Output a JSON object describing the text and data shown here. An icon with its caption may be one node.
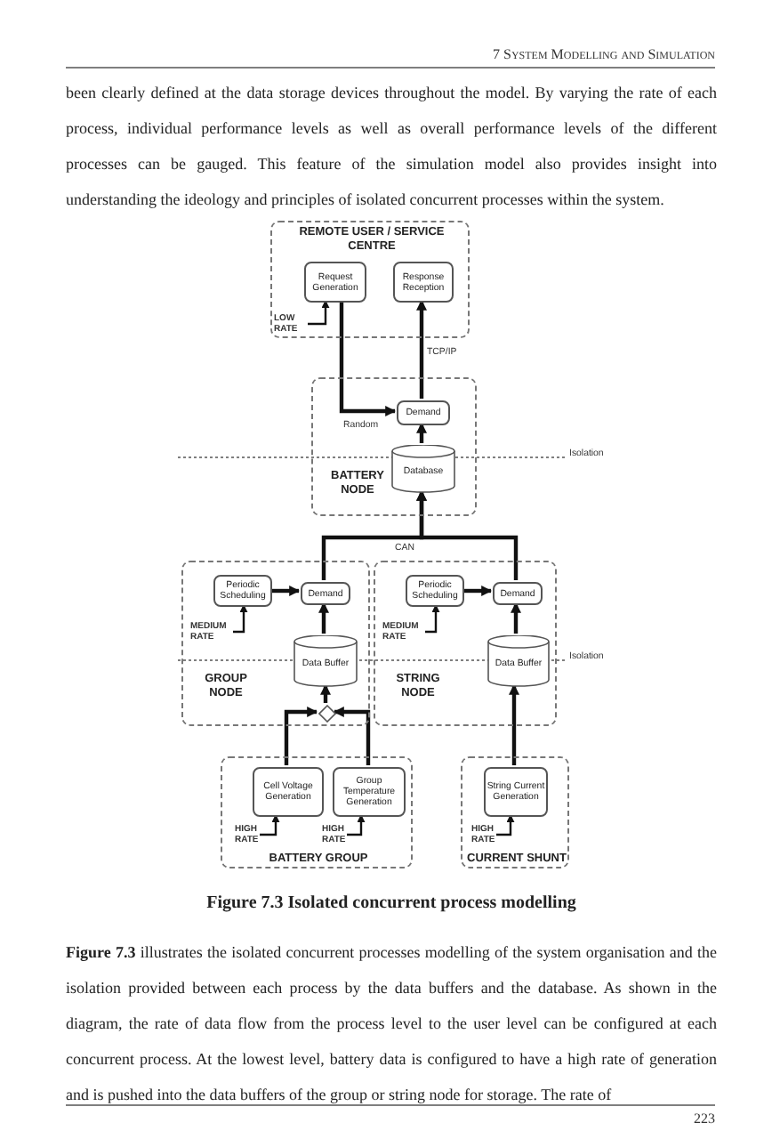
{
  "diagram": {
    "caption": "Figure 7.3 Isolated concurrent process modelling",
    "nodes": [
      {
        "text": [
          "REMOTE USER / SERVICE CENTRE"
        ]
      },
      {
        "text": [
          "Request Generation"
        ],
        "in": 0
      },
      {
        "text": [
          "Response Reception"
        ],
        "in": 0
      },
      {
        "text": [
          "LOW RATE"
        ],
        "in": 0
      },
      {
        "text": [
          "BATTERY NODE"
        ]
      },
      {
        "text": [
          "Demand"
        ],
        "in": 4
      },
      {
        "text": [
          "Database"
        ],
        "in": 4
      },
      {
        "text": [
          "GROUP NODE"
        ]
      },
      {
        "text": [
          "Periodic Scheduling"
        ],
        "in": 7
      },
      {
        "text": [
          "Demand"
        ],
        "in": 7
      },
      {
        "text": [
          "Data Buffer"
        ],
        "in": 7
      },
      {
        "text": [
          "MEDIUM RATE"
        ],
        "in": 7
      },
      {
        "text": [],
        "shape": "diamond",
        "in": 7
      },
      {
        "text": [
          "STRING NODE"
        ]
      },
      {
        "text": [
          "Periodic Scheduling"
        ],
        "in": 13
      },
      {
        "text": [
          "Demand"
        ],
        "in": 13
      },
      {
        "text": [
          "Data Buffer"
        ],
        "in": 13
      },
      {
        "text": [
          "MEDIUM RATE"
        ],
        "in": 13
      },
      {
        "text": [
          "BATTERY GROUP"
        ]
      },
      {
        "text": [
          "Cell Voltage Generation"
        ],
        "in": 18
      },
      {
        "text": [
          "Group Temperature Generation"
        ],
        "in": 18
      },
      {
        "text": [
          "HIGH RATE"
        ],
        "in": 18
      },
      {
        "text": [
          "HIGH RATE"
        ],
        "in": 18
      },
      {
        "text": [
          "CURRENT SHUNT"
        ]
      },
      {
        "text": [
          "String Current Generation"
        ],
        "in": 23
      },
      {
        "text": [
          "HIGH RATE"
        ],
        "in": 23
      }
    ],
    "edges": [
      {
        "from": 3,
        "to": 1,
        "arrow": "to"
      },
      {
        "from": 1,
        "to": 5,
        "arrow": "to",
        "label": "Random"
      },
      {
        "from": 5,
        "to": 2,
        "arrow": "to",
        "label": "TCP/IP"
      },
      {
        "from": 6,
        "to": 5,
        "arrow": "to"
      },
      {
        "from": 9,
        "to": 6,
        "arrow": "to",
        "label": "CAN"
      },
      {
        "from": 15,
        "to": 6,
        "arrow": "to"
      },
      {
        "from": 11,
        "to": 8,
        "arrow": "to"
      },
      {
        "from": 8,
        "to": 9,
        "arrow": "to"
      },
      {
        "from": 10,
        "to": 9,
        "arrow": "to"
      },
      {
        "from": 17,
        "to": 14,
        "arrow": "to"
      },
      {
        "from": 14,
        "to": 15,
        "arrow": "to"
      },
      {
        "from": 16,
        "to": 15,
        "arrow": "to"
      },
      {
        "from": 12,
        "to": 10,
        "arrow": "to"
      },
      {
        "from": 19,
        "to": 12,
        "arrow": "to"
      },
      {
        "from": 20,
        "to": 12,
        "arrow": "to"
      },
      {
        "from": 21,
        "to": 19,
        "arrow": "to"
      },
      {
        "from": 22,
        "to": 20,
        "arrow": "to"
      },
      {
        "from": 24,
        "to": 16,
        "arrow": "to"
      },
      {
        "from": 25,
        "to": 24,
        "arrow": "to"
      }
    ],
    "labels": [
      "7 System Modelling and Simulation",
      "been clearly defined at the data storage devices throughout the model. By varying the rate of each process, individual performance levels as well as overall performance levels of the different processes can be gauged. This feature of the simulation model also provides insight into understanding the ideology and principles of isolated concurrent processes within the system.",
      "Isolation",
      "Isolation",
      "**Figure 7.3** illustrates the isolated concurrent processes modelling of the system organisation and the isolation provided between each process by the data buffers and the database. As shown in the diagram, the rate of data flow from the process level to the user level can be configured at each concurrent process. At the lowest level, battery data is configured to have a high rate of generation and is pushed into the data buffers of the group or string node for storage. The rate of",
      "223"
    ]
  }
}
